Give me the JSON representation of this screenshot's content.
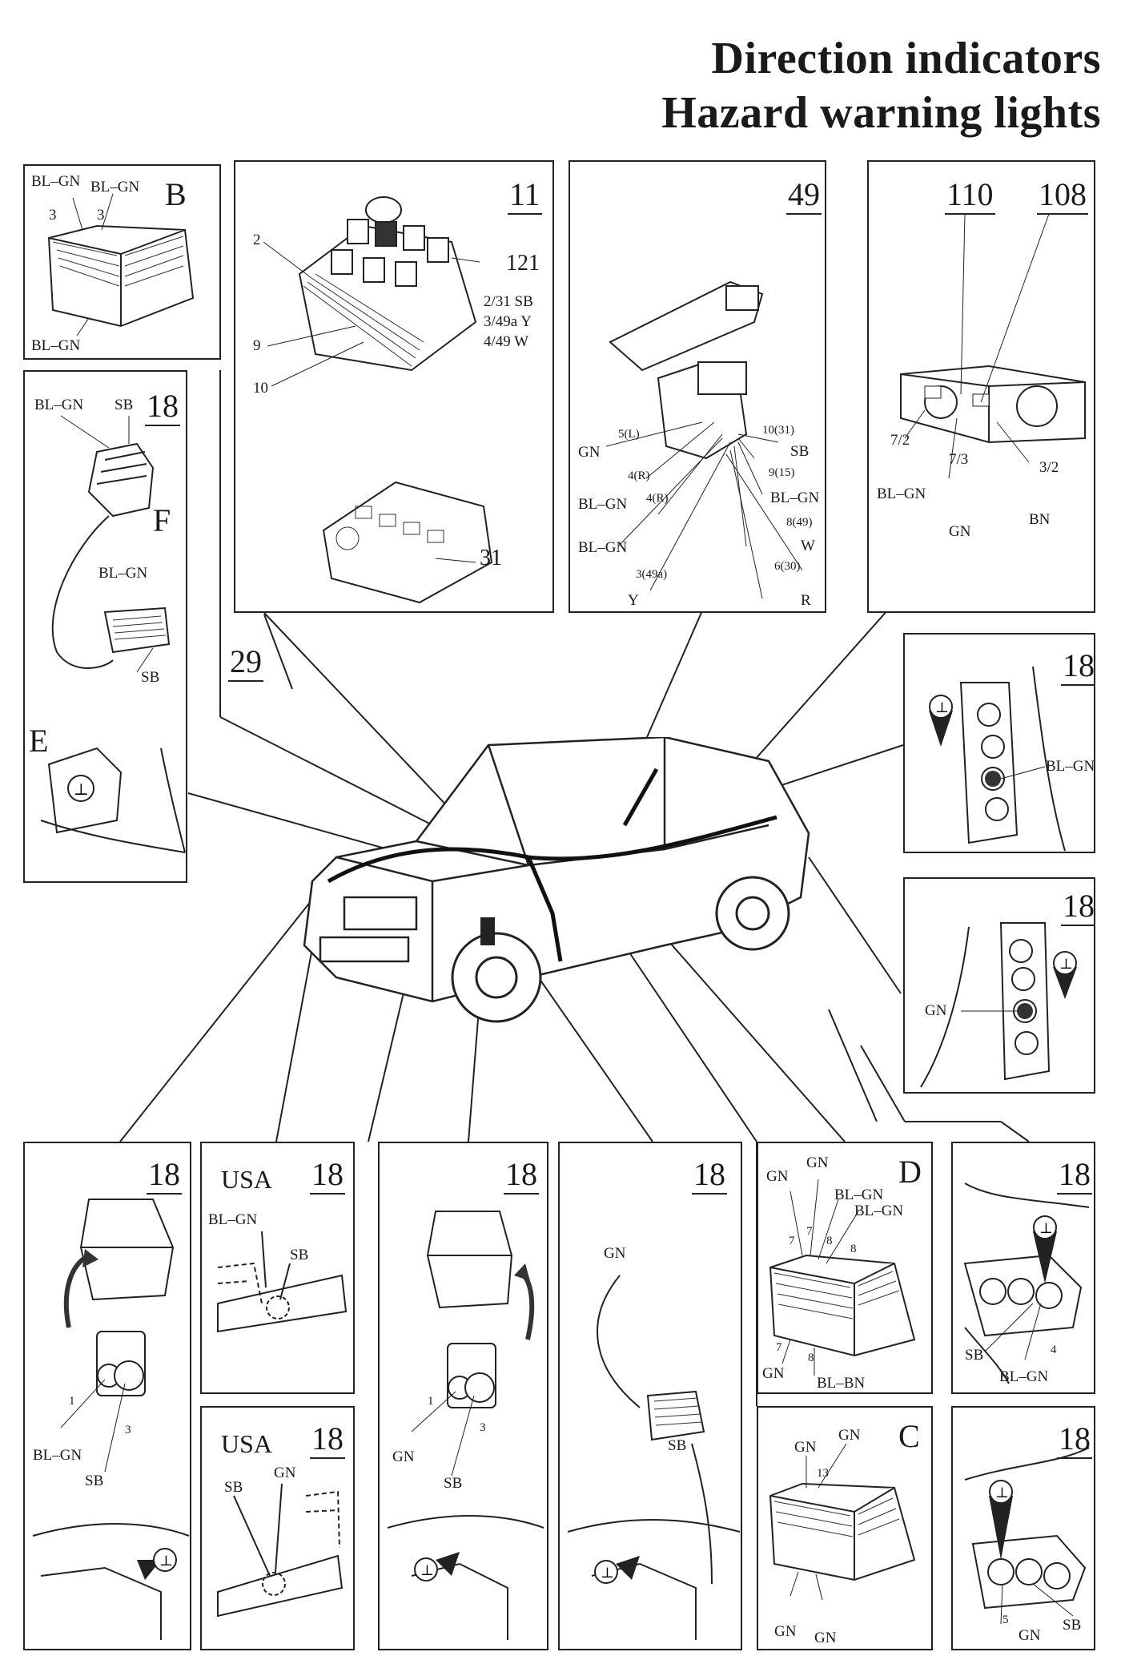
{
  "title_line1": "Direction indicators",
  "title_line2": "Hazard warning lights",
  "panel_b": {
    "letter": "B",
    "labels": [
      "BL–GN",
      "BL–GN",
      "3",
      "3",
      "BL–GN"
    ]
  },
  "panel_11": {
    "number": "11",
    "sub_number": "121",
    "labels": [
      "2",
      "9",
      "10",
      "2/31 SB",
      "3/49a Y",
      "4/49 W"
    ],
    "ref": "31"
  },
  "panel_49": {
    "number": "49",
    "labels": [
      "5(L)",
      "GN",
      "4(R)",
      "4(R)",
      "BL–GN",
      "BL–GN",
      "3(49a)",
      "Y",
      "10(31)",
      "SB",
      "9(15)",
      "BL–GN",
      "8(49)",
      "W",
      "6(30)",
      "R"
    ]
  },
  "panel_110": {
    "number_a": "110",
    "number_b": "108",
    "labels": [
      "7/2",
      "BL–GN",
      "7/3",
      "GN",
      "3/2",
      "BN"
    ]
  },
  "panel_f": {
    "number": "18",
    "letter_f": "F",
    "letter_e": "E",
    "labels": [
      "BL–GN",
      "SB",
      "BL–GN",
      "SB"
    ]
  },
  "floating_number": "29",
  "panel_r1": {
    "number": "18",
    "labels": [
      "BL–GN"
    ]
  },
  "panel_r2": {
    "number": "18",
    "labels": [
      "GN"
    ]
  },
  "panel_b1": {
    "number": "18",
    "labels": [
      "1",
      "3",
      "BL–GN",
      "SB"
    ]
  },
  "panel_usa1": {
    "region": "USA",
    "number": "18",
    "labels": [
      "BL–GN",
      "SB"
    ]
  },
  "panel_usa2": {
    "region": "USA",
    "number": "18",
    "labels": [
      "SB",
      "GN"
    ]
  },
  "panel_b3": {
    "number": "18",
    "labels": [
      "1",
      "3",
      "GN",
      "SB"
    ]
  },
  "panel_b4": {
    "number": "18",
    "labels": [
      "GN",
      "SB"
    ]
  },
  "panel_d": {
    "letter": "D",
    "labels": [
      "GN",
      "GN",
      "BL–GN",
      "BL–GN",
      "7",
      "7",
      "8",
      "8",
      "7",
      "8",
      "GN",
      "BL–BN"
    ]
  },
  "panel_c": {
    "letter": "C",
    "labels": [
      "GN",
      "GN",
      "13",
      "GN",
      "GN"
    ]
  },
  "panel_r3": {
    "number": "18",
    "labels": [
      "SB",
      "4",
      "BL–GN"
    ]
  },
  "panel_r4": {
    "number": "18",
    "labels": [
      "5",
      "GN",
      "SB"
    ]
  }
}
